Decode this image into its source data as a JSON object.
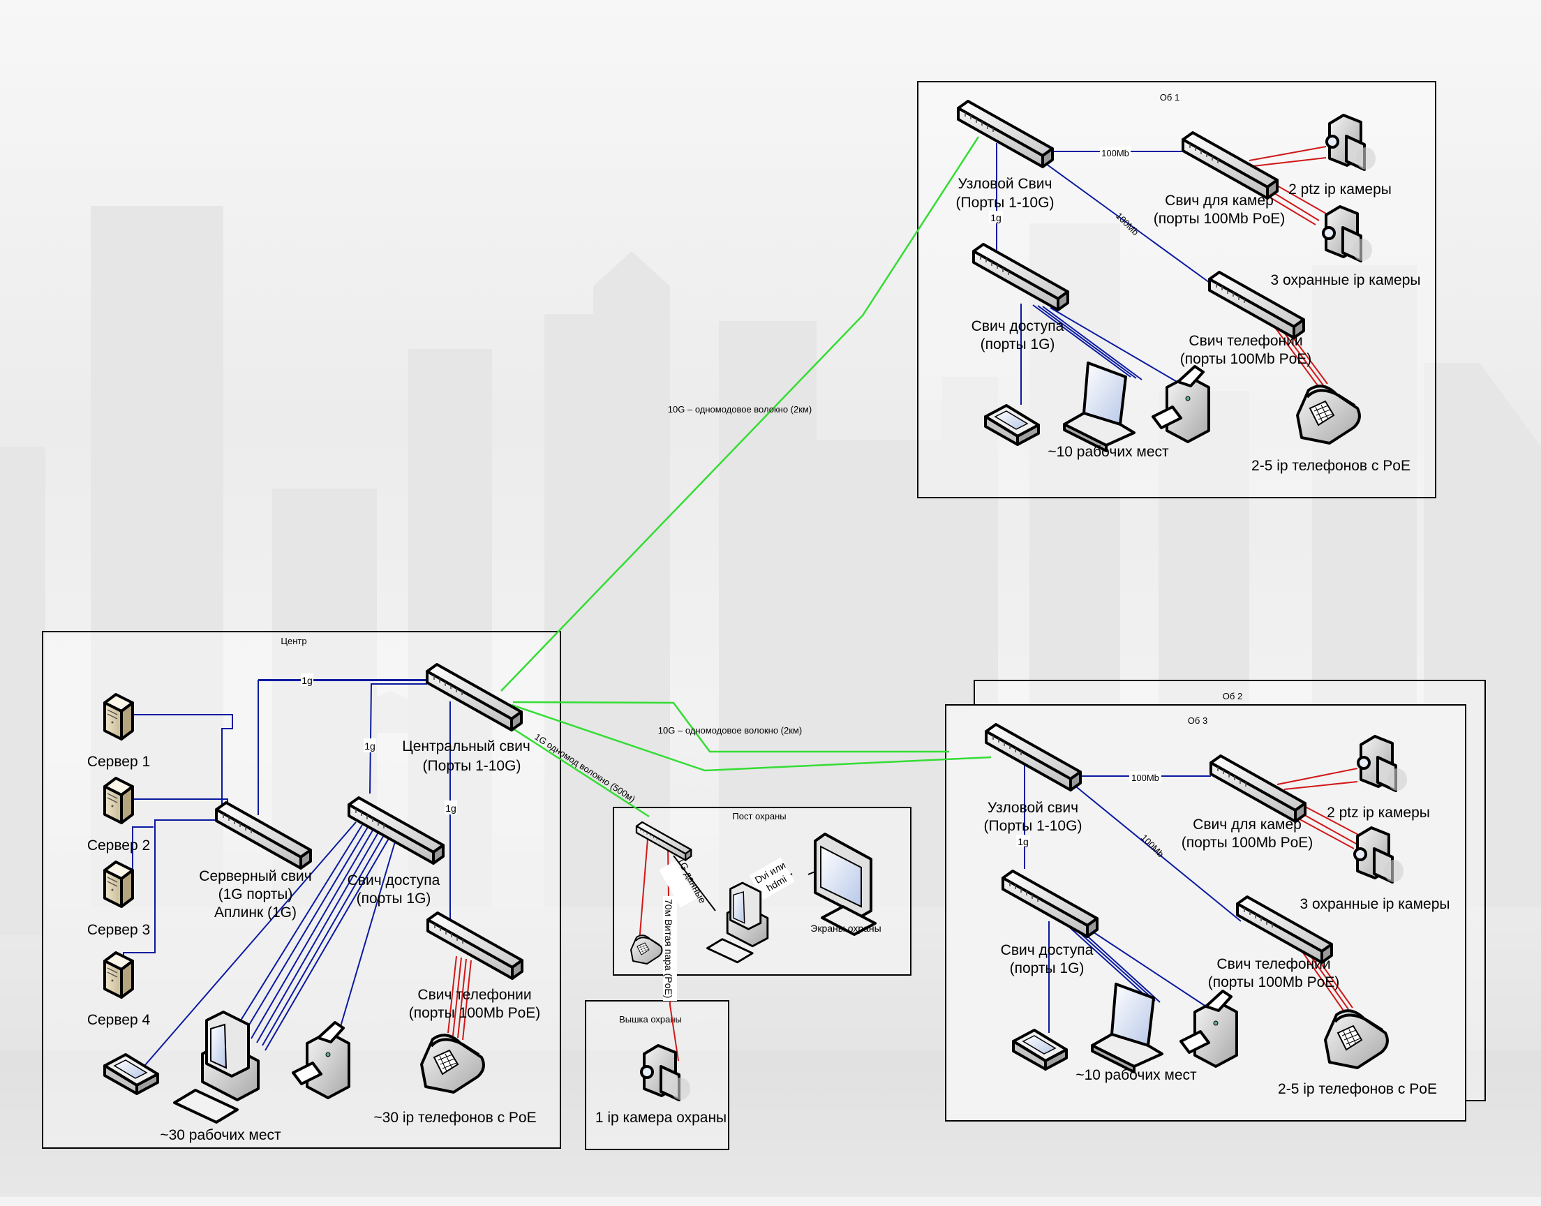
{
  "title": "Схема сети",
  "zones": {
    "center": {
      "label": "Центр"
    },
    "ob1": {
      "label": "Об 1"
    },
    "ob2": {
      "label": "Об 2"
    },
    "ob3": {
      "label": "Об 3"
    },
    "guard_post": {
      "label": "Пост охраны"
    },
    "tower": {
      "label": "Вышка охраны"
    }
  },
  "center": {
    "servers": [
      "Сервер 1",
      "Сервер 2",
      "Сервер 3",
      "Сервер 4"
    ],
    "server_switch": [
      "Серверный свич",
      "(1G порты)",
      "Аплинк (1G)"
    ],
    "central_switch": [
      "Центральный свич",
      "(Порты 1-10G)"
    ],
    "access_switch": [
      "Свич доступа",
      "(порты 1G)"
    ],
    "telephony_switch": [
      "Свич телефонии",
      "(порты 100Mb PoE)"
    ],
    "workstations": "~30 рабочих мест",
    "phones": "~30 ip телефонов с PoE",
    "link_labels": {
      "uplink_server": "1g",
      "uplink_access": "1g",
      "uplink_tel": "1g"
    }
  },
  "branch_ob1": {
    "node_switch": [
      "Узловой Свич",
      "(Порты 1-10G)"
    ],
    "camera_switch": [
      "Свич для камер",
      "(порты 100Mb PoE)"
    ],
    "ptz_cameras": "2 ptz ip камеры",
    "security_cameras": "3 охранные ip камеры",
    "access_switch": [
      "Свич доступа",
      "(порты 1G)"
    ],
    "telephony_switch": [
      "Свич телефонии",
      "(порты 100Mb PoE)"
    ],
    "workstations": "~10 рабочих мест",
    "phones": "2-5 ip телефонов с PoE",
    "link_labels": {
      "cam": "100Mb",
      "tel": "100Mb",
      "access": "1g"
    }
  },
  "branch_ob3": {
    "node_switch": [
      "Узловой свич",
      "(Порты 1-10G)"
    ],
    "camera_switch": [
      "Свич для камер",
      "(порты 100Mb PoE)"
    ],
    "ptz_cameras": "2 ptz ip камеры",
    "security_cameras": "3 охранные ip камеры",
    "access_switch": [
      "Свич доступа",
      "(порты 1G)"
    ],
    "telephony_switch": [
      "Свич телефонии",
      "(порты 100Mb PoE)"
    ],
    "workstations": "~10 рабочих мест",
    "phones": "2-5 ip телефонов с PoE",
    "link_labels": {
      "cam": "100Mb",
      "tel": "100Mb",
      "access": "1g"
    }
  },
  "guard_post": {
    "data_link": "1G данные",
    "video_link": [
      "Dvi или",
      "hdmi"
    ],
    "screens": "Экраны охраны",
    "twisted_pair": "70м Витая пара (PoE)"
  },
  "tower": {
    "camera": "1 ip камера охраны"
  },
  "backbone": {
    "to_ob1": "10G – одномодовое волокно (2км)",
    "to_ob23": "10G – одномодовое волокно (2км)",
    "to_guard": "1G одномод волокно (500м)"
  },
  "colors": {
    "fiber": "#33dd33",
    "copper": "#0a1aa0",
    "poe": "#d01818"
  }
}
